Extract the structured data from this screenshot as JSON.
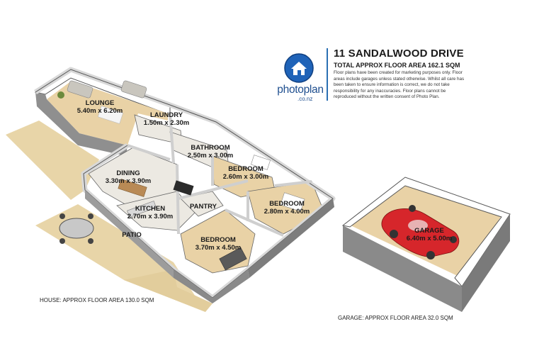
{
  "header": {
    "address": "11 SANDALWOOD DRIVE",
    "total_area": "TOTAL APPROX FLOOR AREA 162.1 SQM",
    "disclaimer": "Floor plans have been created for marketing purposes only. Floor areas include garages unless stated otherwise. Whilst all care has been taken to ensure information is correct, we do not take responsibility for any inaccuracies. Floor plans cannot be reproduced without the written consent of Photo Plan."
  },
  "logo": {
    "word": "photoplan",
    "suffix": ".co.nz"
  },
  "rooms": {
    "lounge": {
      "name": "LOUNGE",
      "size": "5.40m x 6.20m"
    },
    "laundry": {
      "name": "LAUNDRY",
      "size": "1.50m x 2.30m"
    },
    "bathroom": {
      "name": "BATHROOM",
      "size": "2.50m x 3.00m"
    },
    "bedroom1": {
      "name": "BEDROOM",
      "size": "2.60m x 3.00m"
    },
    "bedroom2": {
      "name": "BEDROOM",
      "size": "2.80m x 4.00m"
    },
    "dining": {
      "name": "DINING",
      "size": "3.30m x 3.90m"
    },
    "kitchen": {
      "name": "KITCHEN",
      "size": "2.70m x 3.90m"
    },
    "pantry": {
      "name": "PANTRY"
    },
    "bedroom3": {
      "name": "BEDROOM",
      "size": "3.70m x 4.50m"
    },
    "patio": {
      "name": "PATIO"
    },
    "garage": {
      "name": "GARAGE",
      "size": "6.40m x 5.00m"
    }
  },
  "captions": {
    "house": "HOUSE: APPROX FLOOR AREA 130.0 SQM",
    "garage": "GARAGE: APPROX FLOOR AREA 32.0 SQM"
  },
  "colors": {
    "deck": "#e8d5a8",
    "wall": "#f2f2f2",
    "wall_side": "#9a9a9a",
    "floor": "#e9d2a6",
    "floor_tile": "#ece9e2",
    "accent": "#1f4f8f"
  }
}
